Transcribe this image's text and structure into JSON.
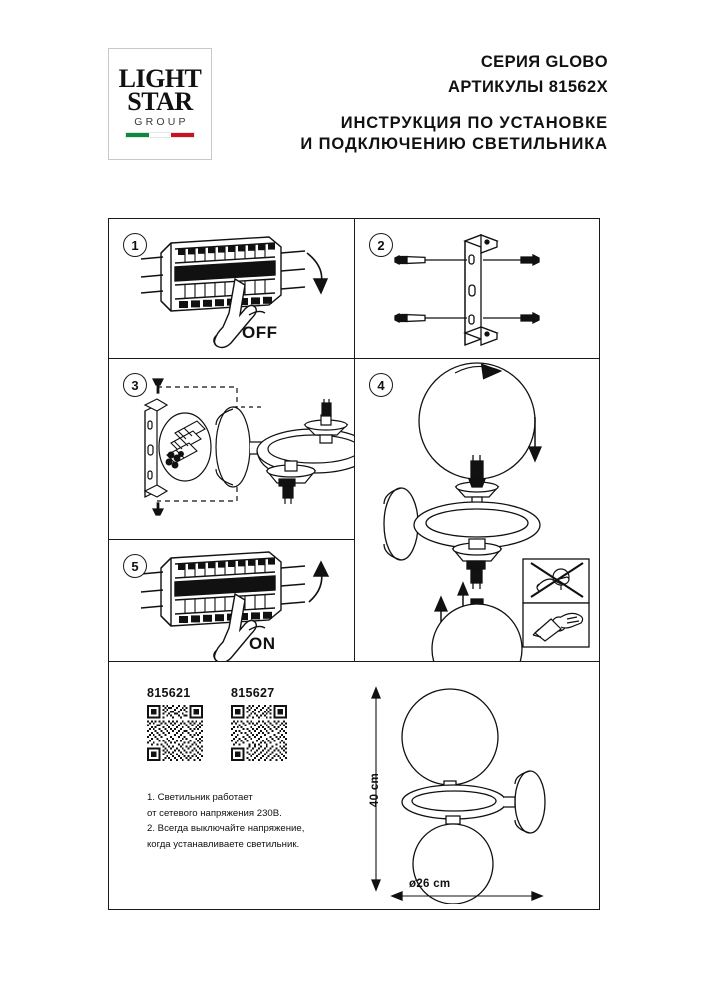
{
  "document": {
    "language": "ru",
    "brand": {
      "line1": "LIGHT",
      "line2": "STAR",
      "line3": "GROUP",
      "flag_colors": [
        "#0a8a3c",
        "#ffffff",
        "#cc1122"
      ]
    },
    "header": {
      "series": "СЕРИЯ GLOBO",
      "article": "АРТИКУЛЫ 81562X",
      "title_line1": "ИНСТРУКЦИЯ ПО УСТАНОВКЕ",
      "title_line2": "И ПОДКЛЮЧЕНИЮ СВЕТИЛЬНИКА"
    }
  },
  "steps": [
    {
      "number": "1",
      "name": "turn-power-off",
      "label": "OFF",
      "icons": [
        "breaker-panel-icon",
        "hand-pointing-icon",
        "curved-arrow-down-icon"
      ]
    },
    {
      "number": "2",
      "name": "mount-bracket",
      "label": "",
      "icons": [
        "wall-bracket-icon",
        "screw-icon",
        "wall-plug-icon"
      ]
    },
    {
      "number": "3",
      "name": "attach-fixture-body",
      "label": "",
      "icons": [
        "wall-plate-icon",
        "wiring-terminal-icon",
        "ring-frame-icon",
        "socket-icon"
      ]
    },
    {
      "number": "4",
      "name": "install-globes",
      "label": "",
      "icons": [
        "globe-shade-icon",
        "rotate-arrow-icon",
        "arrow-down-icon",
        "arrow-up-icon"
      ],
      "warnings": [
        {
          "name": "no-bare-hand-warning-icon",
          "meaning": "do not touch bulb with bare hands"
        },
        {
          "name": "use-cloth-icon",
          "meaning": "handle bulb using a cloth"
        }
      ]
    },
    {
      "number": "5",
      "name": "turn-power-on",
      "label": "ON",
      "icons": [
        "breaker-panel-icon",
        "hand-pointing-icon",
        "curved-arrow-up-icon"
      ]
    }
  ],
  "footer": {
    "product_codes": [
      {
        "code": "815621",
        "qr_name": "qr-code-815621"
      },
      {
        "code": "815627",
        "qr_name": "qr-code-815627"
      }
    ],
    "notes": [
      "1. Светильник работает",
      "от сетевого напряжения 230В.",
      "2. Всегда выключайте напряжение,",
      "когда устанавливаете светильник."
    ],
    "dimensions": {
      "height": "40 cm",
      "diameter": "ø26 cm"
    }
  }
}
